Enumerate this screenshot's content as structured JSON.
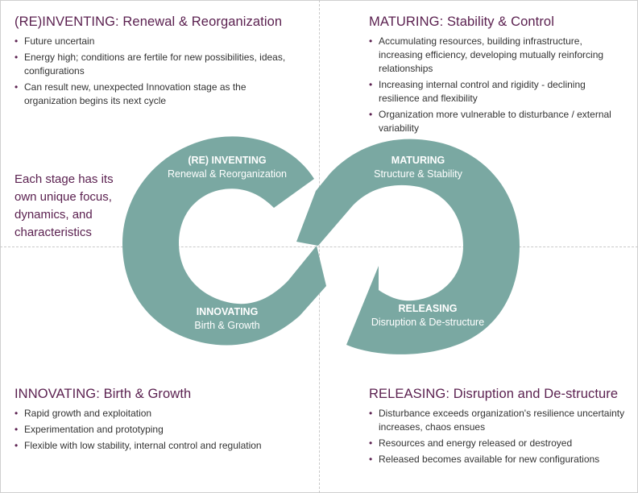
{
  "colors": {
    "heading": "#5b2150",
    "body_text": "#333333",
    "loop_fill": "#7aa8a2",
    "loop_label": "#ffffff",
    "divider": "#c9c9c9"
  },
  "quadrants": {
    "reinventing": {
      "heading": "(RE)INVENTING: Renewal & Reorganization",
      "bullets": [
        "Future uncertain",
        "Energy high; conditions are fertile for new possibilities, ideas, configurations",
        "Can result new, unexpected Innovation stage as the organization begins its next cycle"
      ]
    },
    "maturing": {
      "heading": "MATURING: Stability & Control",
      "bullets": [
        "Accumulating resources, building infrastructure, increasing efficiency, developing mutually reinforcing relationships",
        "Increasing internal control and rigidity -  declining resilience and flexibility",
        "Organization more vulnerable to disturbance / external variability"
      ]
    },
    "innovating": {
      "heading": "INNOVATING: Birth & Growth",
      "bullets": [
        "Rapid growth and exploitation",
        "Experimentation and prototyping",
        "Flexible with low stability, internal control and regulation"
      ]
    },
    "releasing": {
      "heading": "RELEASING: Disruption and De-structure",
      "bullets": [
        "Disturbance exceeds organization's resilience uncertainty increases, chaos ensues",
        "Resources and energy released or destroyed",
        "Released becomes available for new configurations"
      ]
    }
  },
  "side_note": "Each stage has its own unique focus, dynamics, and characteristics",
  "loop_labels": {
    "reinventing": {
      "title": "(RE) INVENTING",
      "subtitle": "Renewal & Reorganization"
    },
    "maturing": {
      "title": "MATURING",
      "subtitle": "Structure & Stability"
    },
    "innovating": {
      "title": "INNOVATING",
      "subtitle": "Birth & Growth"
    },
    "releasing": {
      "title": "RELEASING",
      "subtitle": "Disruption & De-structure"
    }
  },
  "bullet_glyph": "•"
}
